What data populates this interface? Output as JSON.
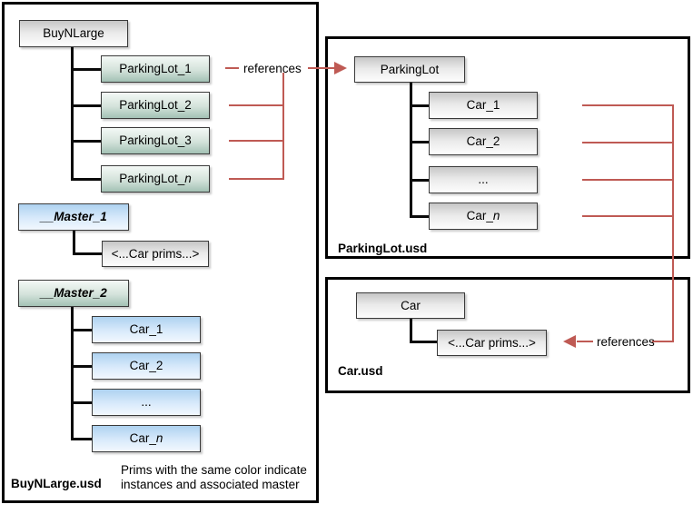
{
  "colors": {
    "reference-red": "#bf5a54",
    "node-gray": "#c6c6c6",
    "instance-green": "#a3c1b4",
    "instance-blue": "#aed2f0"
  },
  "references": {
    "top_label": "references",
    "bottom_label": "references"
  },
  "buynlarge": {
    "file_label": "BuyNLarge.usd",
    "root": "BuyNLarge",
    "parkinglots": [
      "ParkingLot_1",
      "ParkingLot_2",
      "ParkingLot_3",
      "ParkingLot_n"
    ],
    "master1": "__Master_1",
    "master1_child": "<...Car prims...>",
    "master2": "__Master_2",
    "master2_cars": [
      "Car_1",
      "Car_2",
      "...",
      "Car_n"
    ],
    "caption_line1": "Prims with the same color indicate",
    "caption_line2": "instances and associated master"
  },
  "parkinglot": {
    "file_label": "ParkingLot.usd",
    "root": "ParkingLot",
    "cars": [
      "Car_1",
      "Car_2",
      "...",
      "Car_n"
    ]
  },
  "car": {
    "file_label": "Car.usd",
    "root": "Car",
    "child": "<...Car prims...>"
  }
}
